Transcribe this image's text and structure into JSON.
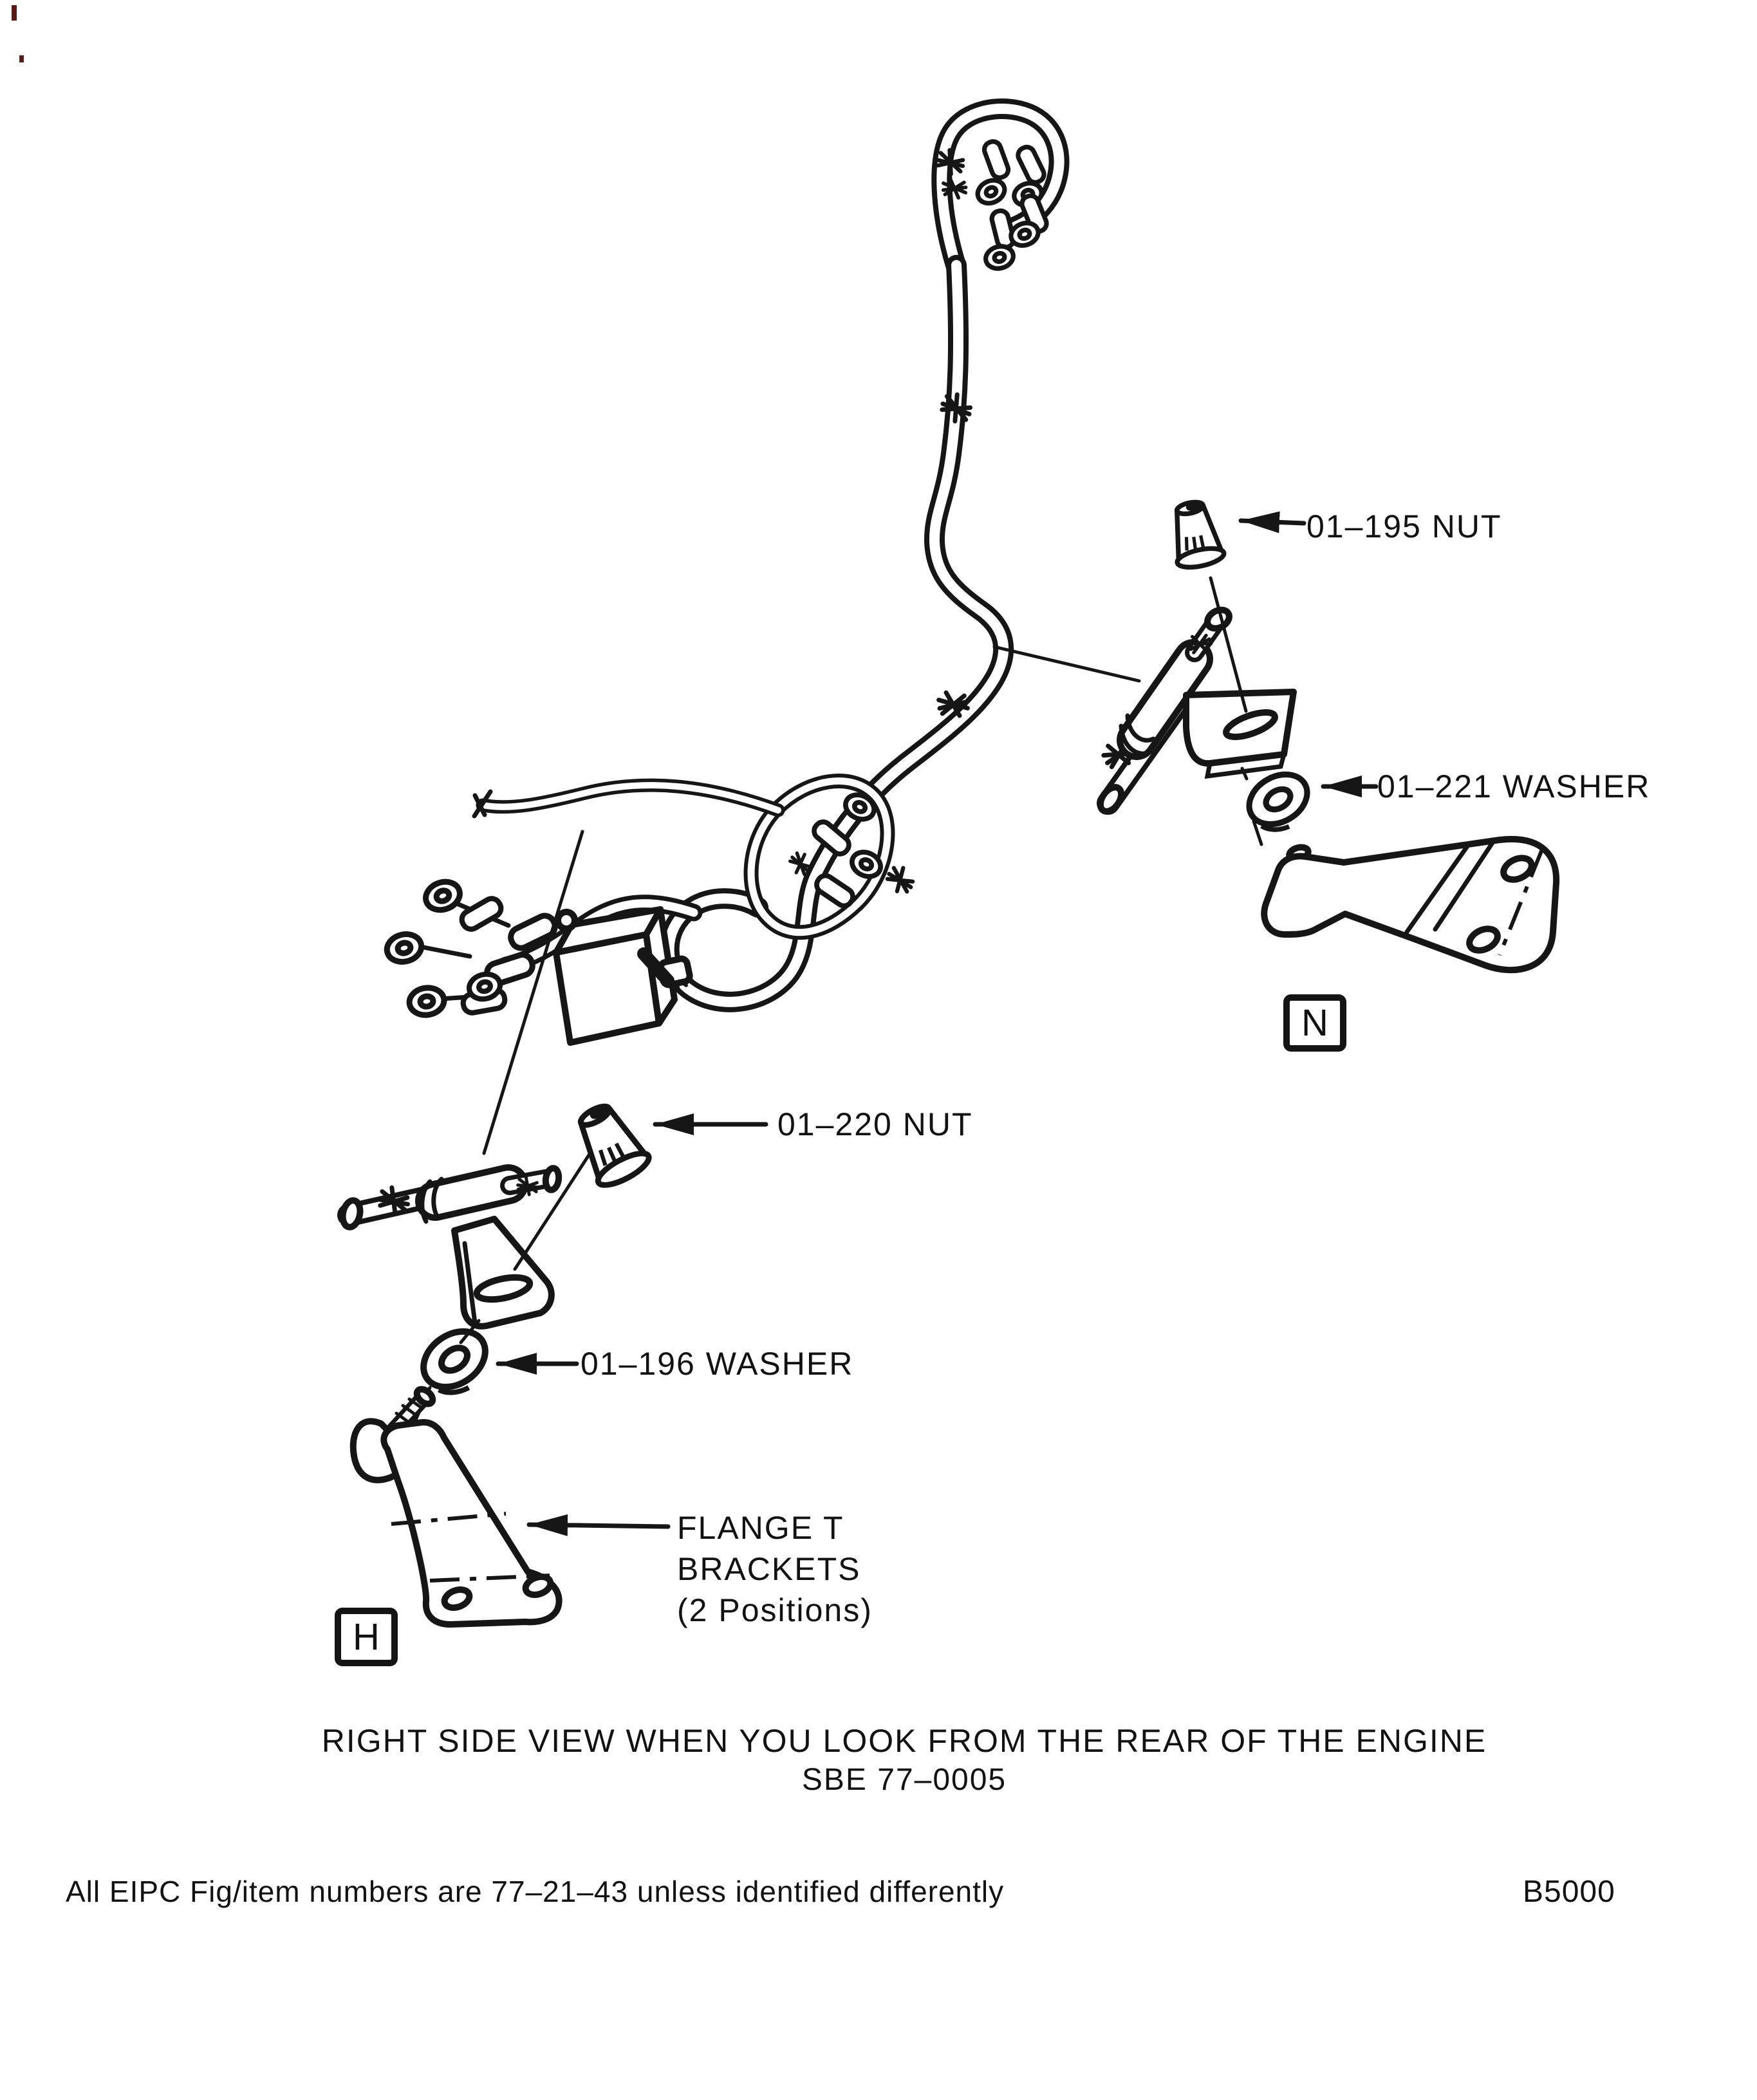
{
  "diagram": {
    "part_labels": {
      "nut_195": "01–195 NUT",
      "washer_221": "01–221 WASHER",
      "nut_220": "01–220 NUT",
      "washer_196": "01–196 WASHER",
      "flange_line1": "FLANGE T",
      "flange_line2": "BRACKETS",
      "flange_line3": "(2 Positions)"
    },
    "position_markers": {
      "h": "H",
      "n": "N"
    },
    "ink_color": "#161616",
    "paper_color": "#ffffff"
  },
  "caption": {
    "line1": "RIGHT SIDE VIEW WHEN YOU LOOK FROM THE REAR OF THE ENGINE",
    "line2": "SBE 77–0005"
  },
  "footer": {
    "note": "All EIPC Fig/item numbers are 77–21–43 unless identified differently",
    "doc_number": "B5000"
  }
}
